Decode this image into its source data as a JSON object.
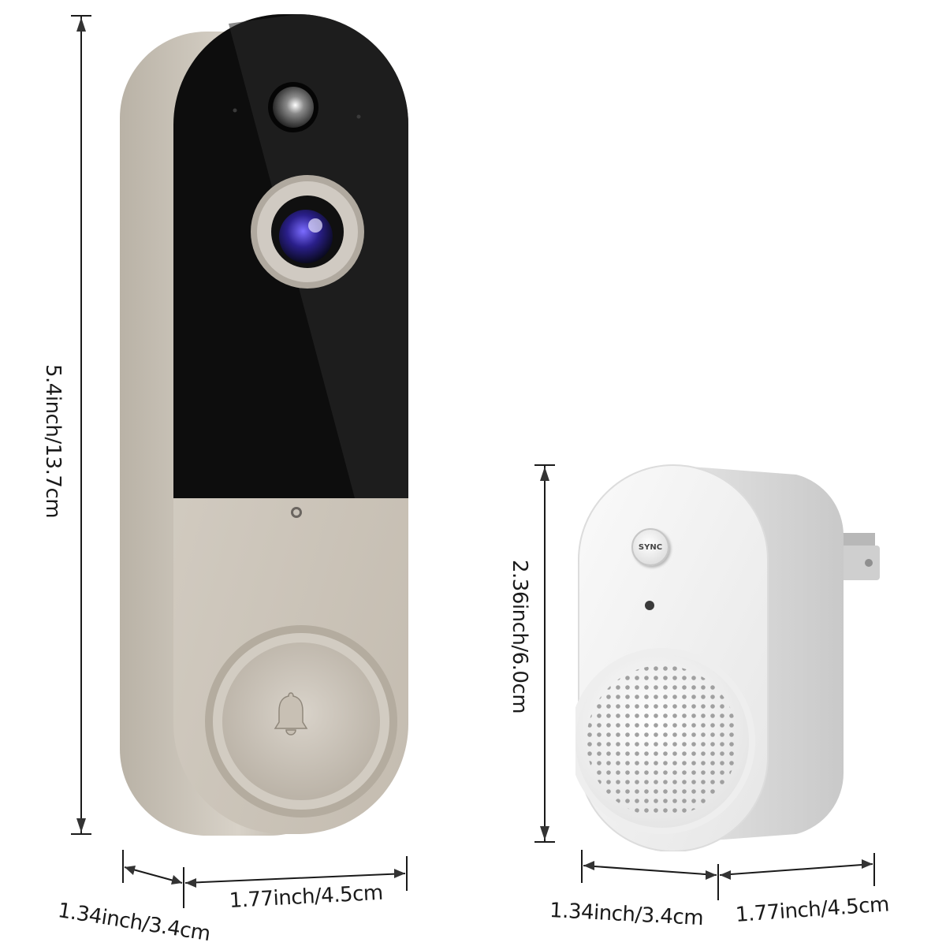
{
  "doorbell": {
    "height_label": "5.4inch/13.7cm",
    "depth_label": "1.34inch/3.4cm",
    "width_label": "1.77inch/4.5cm",
    "body_color": "#c9c2b7",
    "face_color": "#0d0d0d",
    "button_icon": "bell-icon"
  },
  "chime": {
    "height_label": "2.36inch/6.0cm",
    "depth_label": "1.34inch/3.4cm",
    "width_label": "1.77inch/4.5cm",
    "button_label": "SYNC",
    "body_color": "#f2f2f2"
  }
}
